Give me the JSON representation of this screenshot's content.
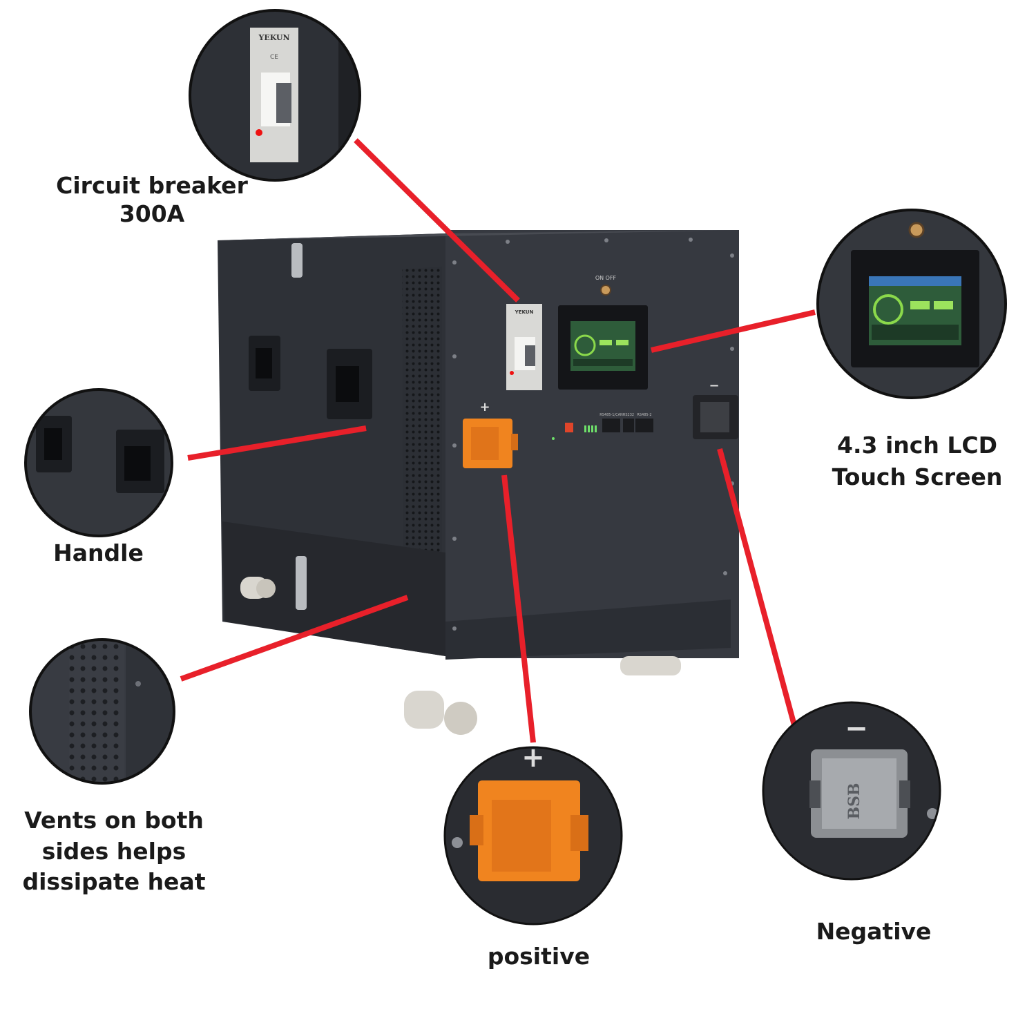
{
  "colors": {
    "accent_line": "#e8202a",
    "cabinet_front": "#33363d",
    "cabinet_side": "#2c2f35",
    "connector_positive": "#f0841f",
    "connector_negative": "#8c8f93",
    "lcd_screen": "#3a7d3a"
  },
  "cabinet": {
    "breaker_brand": "YEKUN",
    "breaker_mark": "CE",
    "power_switch_label": "ON OFF",
    "positive_symbol": "+",
    "negative_symbol": "−",
    "ports": [
      "RS485-1/CAN",
      "RS232",
      "RS485-2"
    ]
  },
  "callouts": {
    "circuit_breaker": {
      "line1": "Circuit breaker",
      "line2": "300A"
    },
    "handle": {
      "line1": "Handle"
    },
    "vents": {
      "line1": "Vents on both",
      "line2": "sides helps",
      "line3": "dissipate heat"
    },
    "lcd": {
      "line1": "4.3 inch LCD",
      "line2": "Touch Screen"
    },
    "positive": {
      "line1": "positive",
      "symbol": "+"
    },
    "negative": {
      "line1": "Negative",
      "symbol": "−",
      "connector_brand": "BSB"
    }
  }
}
